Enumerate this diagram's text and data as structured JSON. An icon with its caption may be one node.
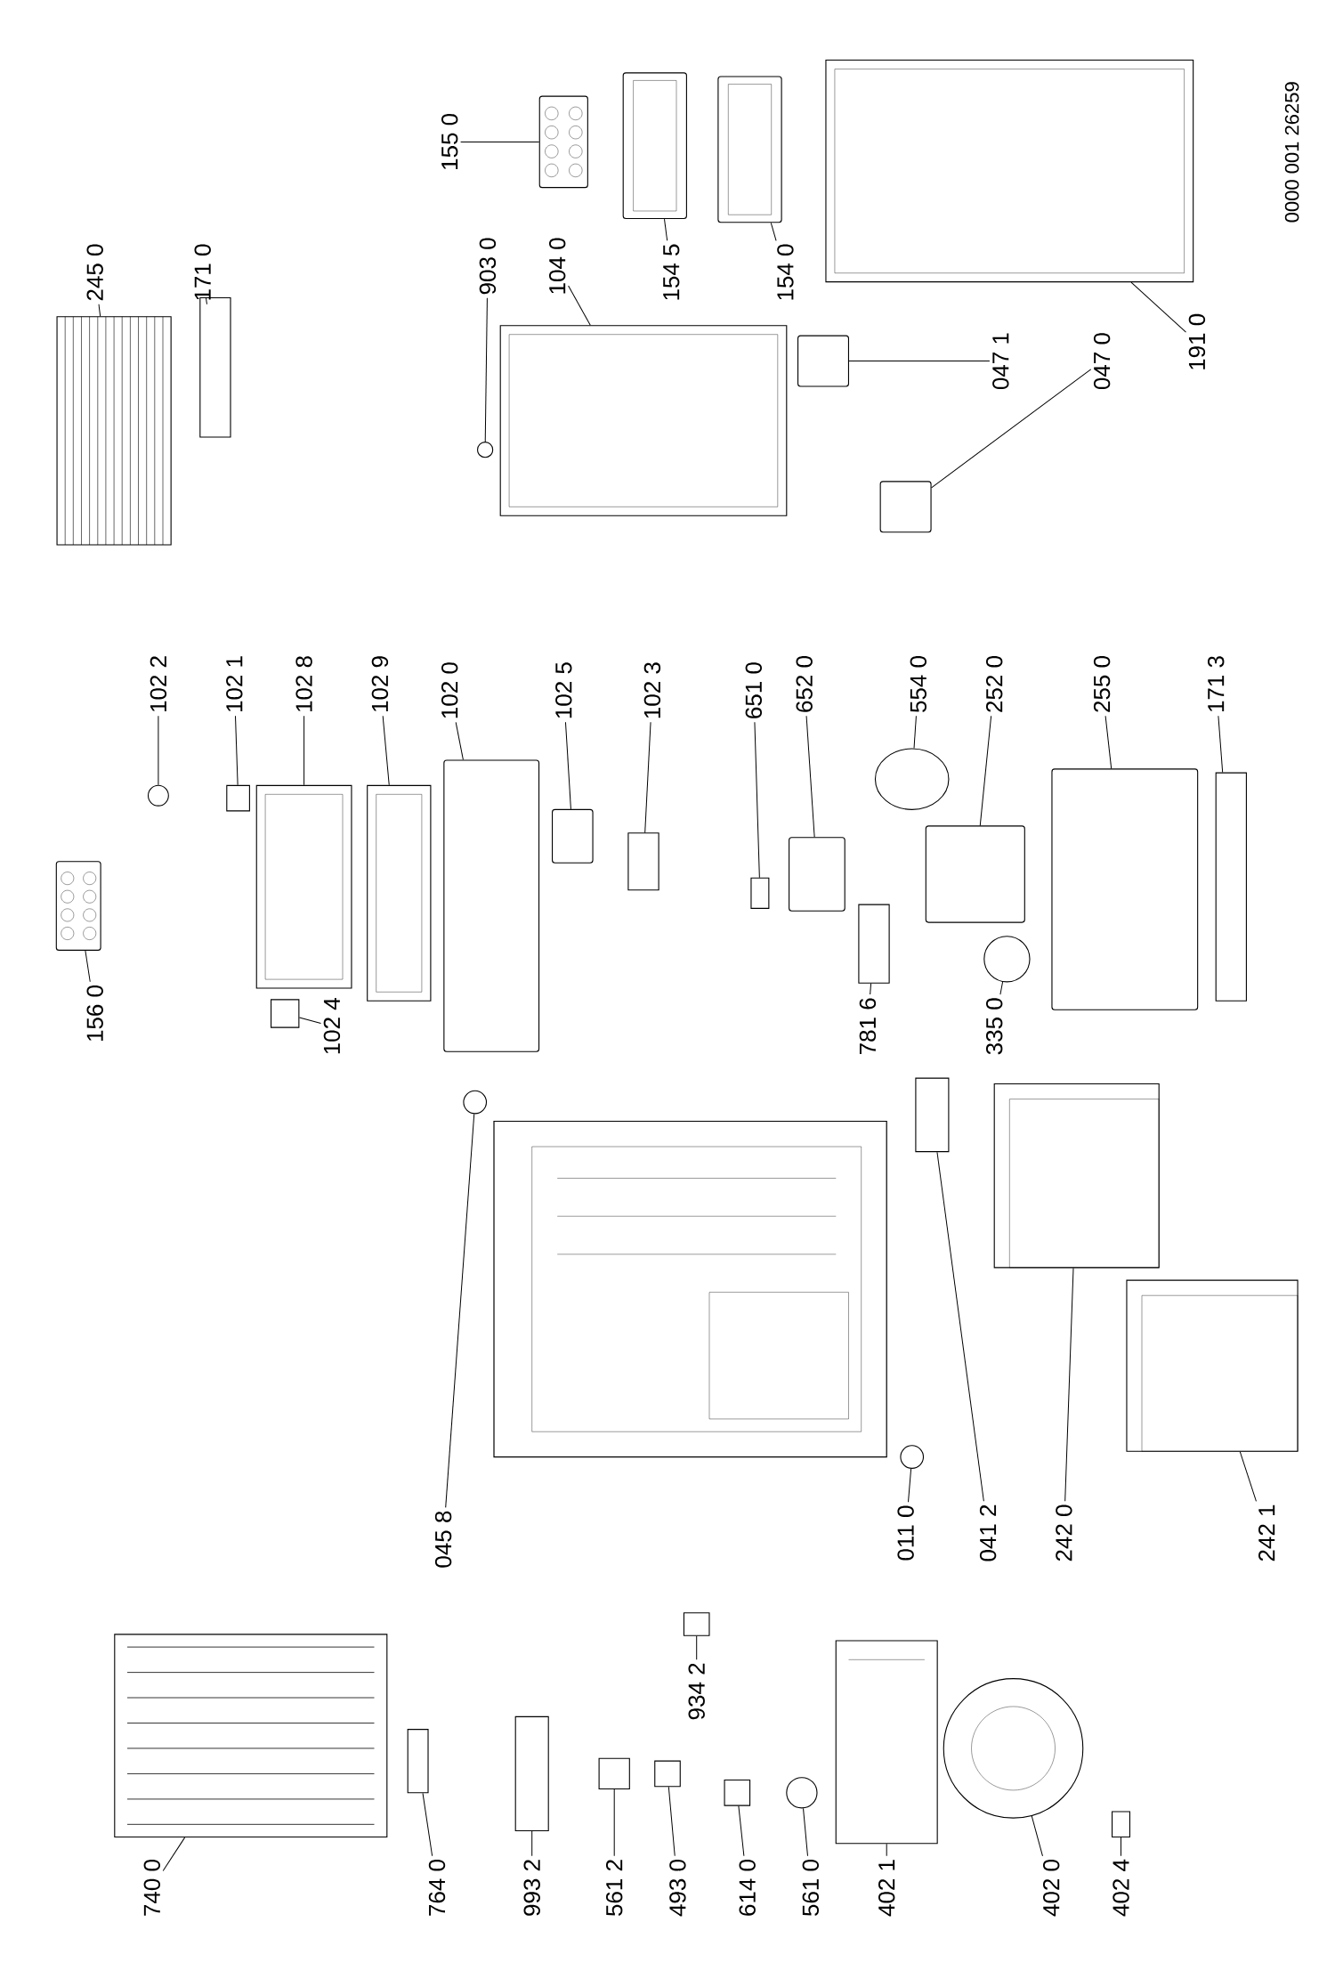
{
  "diagram": {
    "nodes": [
      {
        "text": [
          "155 0"
        ]
      },
      {
        "text": [],
        "shape": "picture"
      },
      {
        "text": [
          "903 0"
        ]
      },
      {
        "text": [],
        "shape": "circle"
      },
      {
        "text": [
          "104 0"
        ]
      },
      {
        "text": [],
        "shape": "picture"
      },
      {
        "text": [
          "154 5"
        ]
      },
      {
        "text": [],
        "shape": "picture"
      },
      {
        "text": [
          "154 0"
        ]
      },
      {
        "text": [],
        "shape": "picture"
      },
      {
        "text": [
          "047 1"
        ]
      },
      {
        "text": [],
        "shape": "box"
      },
      {
        "text": [
          "047 0"
        ]
      },
      {
        "text": [],
        "shape": "box"
      },
      {
        "text": [
          "191 0"
        ]
      },
      {
        "text": [],
        "shape": "picture"
      },
      {
        "text": [
          "245 0"
        ]
      },
      {
        "text": [],
        "shape": "picture"
      },
      {
        "text": [
          "171 0"
        ]
      },
      {
        "text": [],
        "shape": "box"
      },
      {
        "text": [
          "156 0"
        ]
      },
      {
        "text": [],
        "shape": "picture"
      },
      {
        "text": [
          "102 2"
        ]
      },
      {
        "text": [],
        "shape": "circle"
      },
      {
        "text": [
          "102 1"
        ]
      },
      {
        "text": [],
        "shape": "box"
      },
      {
        "text": [
          "102 8"
        ]
      },
      {
        "text": [],
        "shape": "picture"
      },
      {
        "text": [
          "102 9"
        ]
      },
      {
        "text": [],
        "shape": "picture"
      },
      {
        "text": [
          "102 0"
        ]
      },
      {
        "text": [],
        "shape": "box"
      },
      {
        "text": [
          "102 5"
        ]
      },
      {
        "text": [],
        "shape": "box"
      },
      {
        "text": [
          "102 3"
        ]
      },
      {
        "text": [],
        "shape": "box"
      },
      {
        "text": [
          "651 0"
        ]
      },
      {
        "text": [],
        "shape": "box"
      },
      {
        "text": [
          "652 0"
        ]
      },
      {
        "text": [],
        "shape": "box"
      },
      {
        "text": [
          "554 0"
        ]
      },
      {
        "text": [],
        "shape": "circle"
      },
      {
        "text": [
          "252 0"
        ]
      },
      {
        "text": [],
        "shape": "box"
      },
      {
        "text": [
          "255 0"
        ]
      },
      {
        "text": [],
        "shape": "box"
      },
      {
        "text": [
          "171 3"
        ]
      },
      {
        "text": [],
        "shape": "box"
      },
      {
        "text": [
          "102 4"
        ]
      },
      {
        "text": [],
        "shape": "box"
      },
      {
        "text": [
          "781 6"
        ]
      },
      {
        "text": [],
        "shape": "box"
      },
      {
        "text": [
          "335 0"
        ]
      },
      {
        "text": [],
        "shape": "circle"
      },
      {
        "text": [
          "045 8"
        ]
      },
      {
        "text": [],
        "shape": "circle"
      },
      {
        "text": [
          "011 0"
        ]
      },
      {
        "text": [],
        "shape": "circle"
      },
      {
        "text": [
          "041 2"
        ]
      },
      {
        "text": [],
        "shape": "box"
      },
      {
        "text": [
          "242 0"
        ]
      },
      {
        "text": [],
        "shape": "picture"
      },
      {
        "text": [
          "242 1"
        ]
      },
      {
        "text": [],
        "shape": "picture"
      },
      {
        "text": [
          "740 0"
        ]
      },
      {
        "text": [],
        "shape": "picture"
      },
      {
        "text": [
          "764 0"
        ]
      },
      {
        "text": [],
        "shape": "box"
      },
      {
        "text": [
          "993 2"
        ]
      },
      {
        "text": [],
        "shape": "box"
      },
      {
        "text": [
          "561 2"
        ]
      },
      {
        "text": [],
        "shape": "box"
      },
      {
        "text": [
          "934 2"
        ]
      },
      {
        "text": [],
        "shape": "box"
      },
      {
        "text": [
          "493 0"
        ]
      },
      {
        "text": [],
        "shape": "box"
      },
      {
        "text": [
          "614 0"
        ]
      },
      {
        "text": [],
        "shape": "box"
      },
      {
        "text": [
          "561 0"
        ]
      },
      {
        "text": [],
        "shape": "circle"
      },
      {
        "text": [
          "402 1"
        ]
      },
      {
        "text": [],
        "shape": "picture"
      },
      {
        "text": [
          "402 0"
        ]
      },
      {
        "text": [],
        "shape": "picture"
      },
      {
        "text": [
          "402 4"
        ]
      },
      {
        "text": [],
        "shape": "box"
      }
    ],
    "edges": [
      {
        "from": 0,
        "to": 1,
        "arrow": "none"
      },
      {
        "from": 2,
        "to": 3,
        "arrow": "none"
      },
      {
        "from": 4,
        "to": 5,
        "arrow": "none"
      },
      {
        "from": 6,
        "to": 7,
        "arrow": "none"
      },
      {
        "from": 8,
        "to": 9,
        "arrow": "none"
      },
      {
        "from": 10,
        "to": 11,
        "arrow": "none"
      },
      {
        "from": 12,
        "to": 13,
        "arrow": "none"
      },
      {
        "from": 14,
        "to": 15,
        "arrow": "none"
      },
      {
        "from": 16,
        "to": 17,
        "arrow": "none"
      },
      {
        "from": 18,
        "to": 19,
        "arrow": "none"
      },
      {
        "from": 20,
        "to": 21,
        "arrow": "none"
      },
      {
        "from": 22,
        "to": 23,
        "arrow": "none"
      },
      {
        "from": 24,
        "to": 25,
        "arrow": "none"
      },
      {
        "from": 26,
        "to": 27,
        "arrow": "none"
      },
      {
        "from": 28,
        "to": 29,
        "arrow": "none"
      },
      {
        "from": 30,
        "to": 31,
        "arrow": "none"
      },
      {
        "from": 32,
        "to": 33,
        "arrow": "none"
      },
      {
        "from": 34,
        "to": 35,
        "arrow": "none"
      },
      {
        "from": 36,
        "to": 37,
        "arrow": "none"
      },
      {
        "from": 38,
        "to": 39,
        "arrow": "none"
      },
      {
        "from": 40,
        "to": 41,
        "arrow": "none"
      },
      {
        "from": 42,
        "to": 43,
        "arrow": "none"
      },
      {
        "from": 44,
        "to": 45,
        "arrow": "none"
      },
      {
        "from": 46,
        "to": 47,
        "arrow": "none"
      },
      {
        "from": 48,
        "to": 49,
        "arrow": "none"
      },
      {
        "from": 50,
        "to": 51,
        "arrow": "none"
      },
      {
        "from": 52,
        "to": 53,
        "arrow": "none"
      },
      {
        "from": 54,
        "to": 55,
        "arrow": "none"
      },
      {
        "from": 56,
        "to": 57,
        "arrow": "none"
      },
      {
        "from": 58,
        "to": 59,
        "arrow": "none"
      },
      {
        "from": 60,
        "to": 61,
        "arrow": "none"
      },
      {
        "from": 62,
        "to": 63,
        "arrow": "none"
      },
      {
        "from": 64,
        "to": 65,
        "arrow": "none"
      },
      {
        "from": 66,
        "to": 67,
        "arrow": "none"
      },
      {
        "from": 68,
        "to": 69,
        "arrow": "none"
      },
      {
        "from": 70,
        "to": 71,
        "arrow": "none"
      },
      {
        "from": 72,
        "to": 73,
        "arrow": "none"
      },
      {
        "from": 74,
        "to": 75,
        "arrow": "none"
      },
      {
        "from": 76,
        "to": 77,
        "arrow": "none"
      },
      {
        "from": 78,
        "to": 79,
        "arrow": "none"
      },
      {
        "from": 80,
        "to": 81,
        "arrow": "none"
      },
      {
        "from": 82,
        "to": 83,
        "arrow": "none"
      },
      {
        "from": 84,
        "to": 85,
        "arrow": "none"
      }
    ],
    "labels": [
      "0000 001 26259"
    ]
  }
}
